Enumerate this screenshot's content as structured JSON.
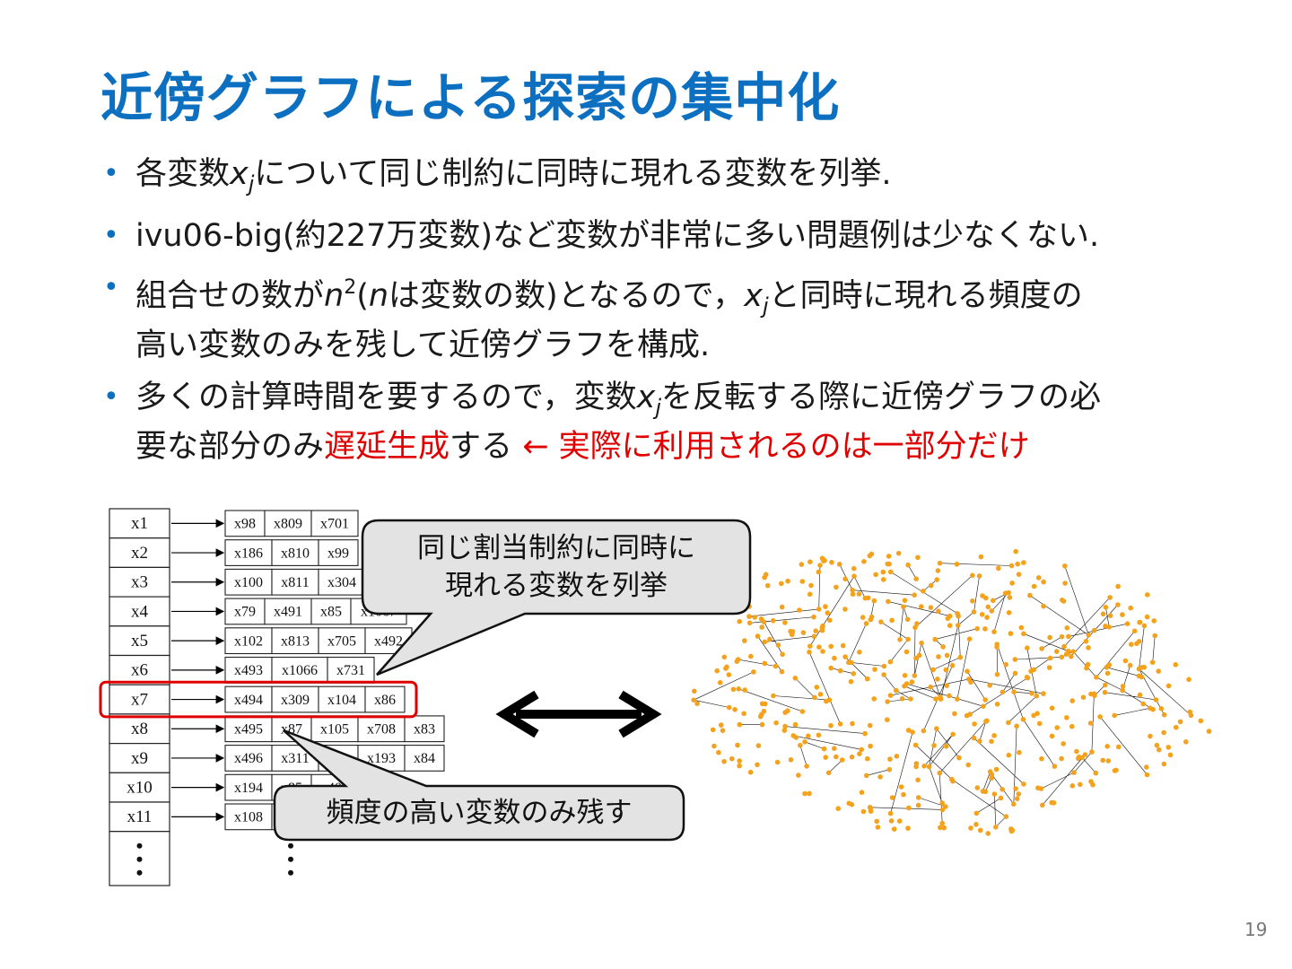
{
  "slide": {
    "title": "近傍グラフによる探索の集中化",
    "page_number": "19"
  },
  "bullets": {
    "b1": {
      "pre": "各変数",
      "var": "x",
      "sub": "j",
      "post": "について同じ制約に同時に現れる変数を列挙."
    },
    "b2": {
      "text": "ivu06-big(約227万変数)など変数が非常に多い問題例は少なくない."
    },
    "b3": {
      "p1": "組合せの数が",
      "n": "n",
      "sup": "2",
      "p2": "(",
      "n2": "n",
      "p3": "は変数の数)となるので，",
      "var": "x",
      "sub": "j",
      "p4": "と同時に現れる頻度の",
      "line2": "高い変数のみを残して近傍グラフを構成."
    },
    "b4": {
      "p1": "多くの計算時間を要するので，変数",
      "var": "x",
      "sub": "j",
      "p2": "を反転する際に近傍グラフの必",
      "line2_pre": "要な部分のみ",
      "line2_red1": "遅延生成",
      "line2_mid": "する",
      "line2_red2": "← 実際に利用されるのは一部分だけ"
    }
  },
  "figure": {
    "variables": [
      "x1",
      "x2",
      "x3",
      "x4",
      "x5",
      "x6",
      "x7",
      "x8",
      "x9",
      "x10",
      "x11"
    ],
    "lists": [
      [
        "x98",
        "x809",
        "x701"
      ],
      [
        "x186",
        "x810",
        "x99"
      ],
      [
        "x100",
        "x811",
        "x304"
      ],
      [
        "x79",
        "x491",
        "x85",
        "x1067"
      ],
      [
        "x102",
        "x813",
        "x705",
        "x492"
      ],
      [
        "x493",
        "x1066",
        "x731"
      ],
      [
        "x494",
        "x309",
        "x104",
        "x86"
      ],
      [
        "x495",
        "x87",
        "x105",
        "x708",
        "x83"
      ],
      [
        "x496",
        "x311",
        "",
        "x193",
        "x84"
      ],
      [
        "x194",
        "x85",
        "x40"
      ],
      [
        "x108",
        ""
      ]
    ],
    "callout_top": [
      "同じ割当制約に同時に",
      "現れる変数を列挙"
    ],
    "callout_bottom": "頻度の高い変数のみ残す",
    "graph_colors": {
      "node": "#f4a21c",
      "edge": "#111111"
    },
    "highlight_color": "#e00000"
  }
}
